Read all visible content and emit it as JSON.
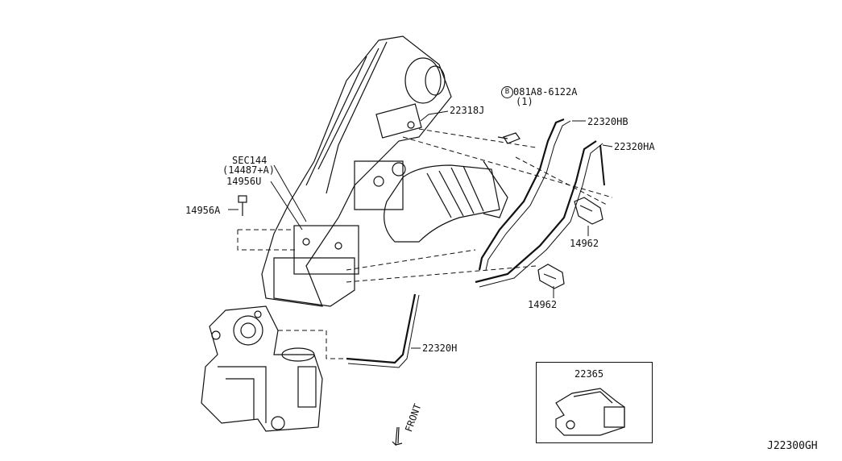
{
  "labels": {
    "bolt_circle": "B",
    "bolt_part": "081A8-6122A",
    "bolt_qty": "(1)",
    "p22318j": "22318J",
    "p22320hb": "22320HB",
    "p22320ha": "22320HA",
    "sec144": "SEC144",
    "p14487a": "(14487+A)",
    "p14956u": "14956U",
    "p14956a": "14956A",
    "p14962_top": "14962",
    "p14962_bottom": "14962",
    "p22320h": "22320H",
    "p22365": "22365",
    "front": "FRONT",
    "diagram_code": "J22300GH"
  }
}
